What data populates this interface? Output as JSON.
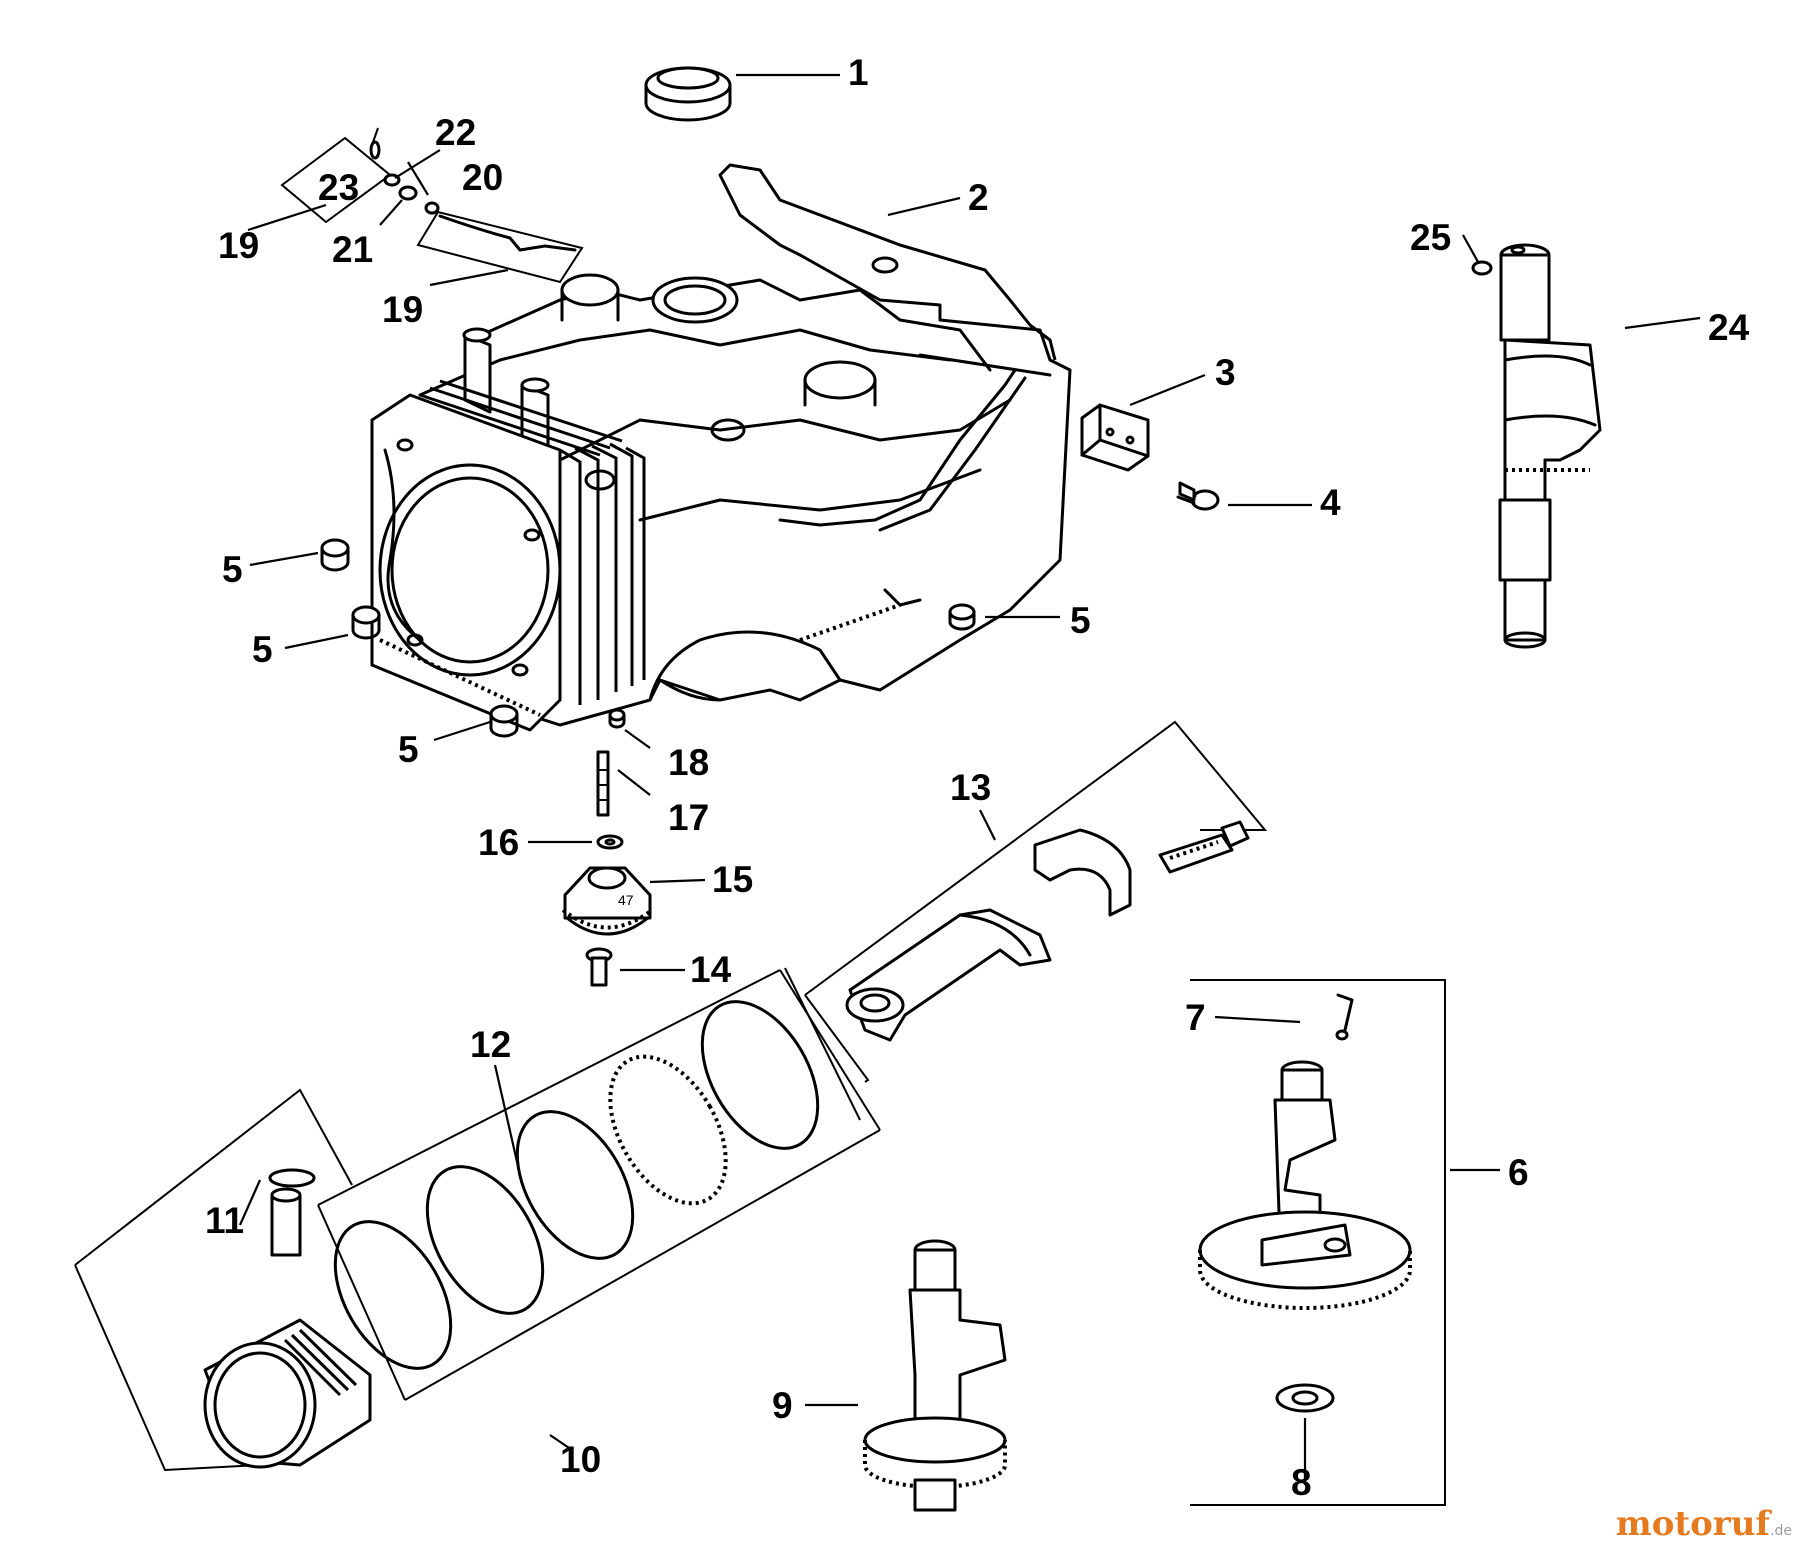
{
  "diagram": {
    "callouts": {
      "c1": "1",
      "c2": "2",
      "c3": "3",
      "c4": "4",
      "c5a": "5",
      "c5b": "5",
      "c5c": "5",
      "c5d": "5",
      "c6": "6",
      "c7": "7",
      "c8": "8",
      "c9": "9",
      "c10": "10",
      "c11": "11",
      "c12": "12",
      "c13": "13",
      "c14": "14",
      "c15": "15",
      "c16": "16",
      "c17": "17",
      "c18": "18",
      "c19a": "19",
      "c19b": "19",
      "c20": "20",
      "c21": "21",
      "c22": "22",
      "c23": "23",
      "c24": "24",
      "c25": "25"
    },
    "gear_marking": "47"
  },
  "watermark": {
    "brand": "motoruf",
    "domain": ".de",
    "brand_color": "#e57b1f",
    "accent_color": "#3a7bd5"
  }
}
